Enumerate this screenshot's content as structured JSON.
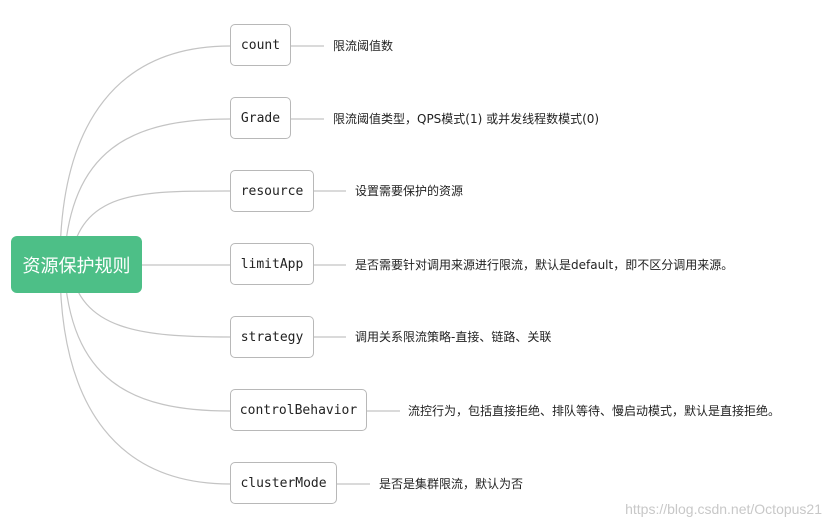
{
  "root": {
    "label": "资源保护规则"
  },
  "branches": [
    {
      "key": "count",
      "description": "限流阈值数"
    },
    {
      "key": "Grade",
      "description": "限流阈值类型，QPS模式(1) 或并发线程数模式(0)"
    },
    {
      "key": "resource",
      "description": "设置需要保护的资源"
    },
    {
      "key": "limitApp",
      "description": "是否需要针对调用来源进行限流，默认是default，即不区分调用来源。"
    },
    {
      "key": "strategy",
      "description": "调用关系限流策略-直接、链路、关联"
    },
    {
      "key": "controlBehavior",
      "description": "流控行为，包括直接拒绝、排队等待、慢启动模式，默认是直接拒绝。"
    },
    {
      "key": "clusterMode",
      "description": "是否是集群限流，默认为否"
    }
  ],
  "colors": {
    "root_bg": "#4dbf87",
    "line": "#c4c4c4",
    "border": "#b8b8b8"
  },
  "watermark": "https://blog.csdn.net/Octopus21"
}
